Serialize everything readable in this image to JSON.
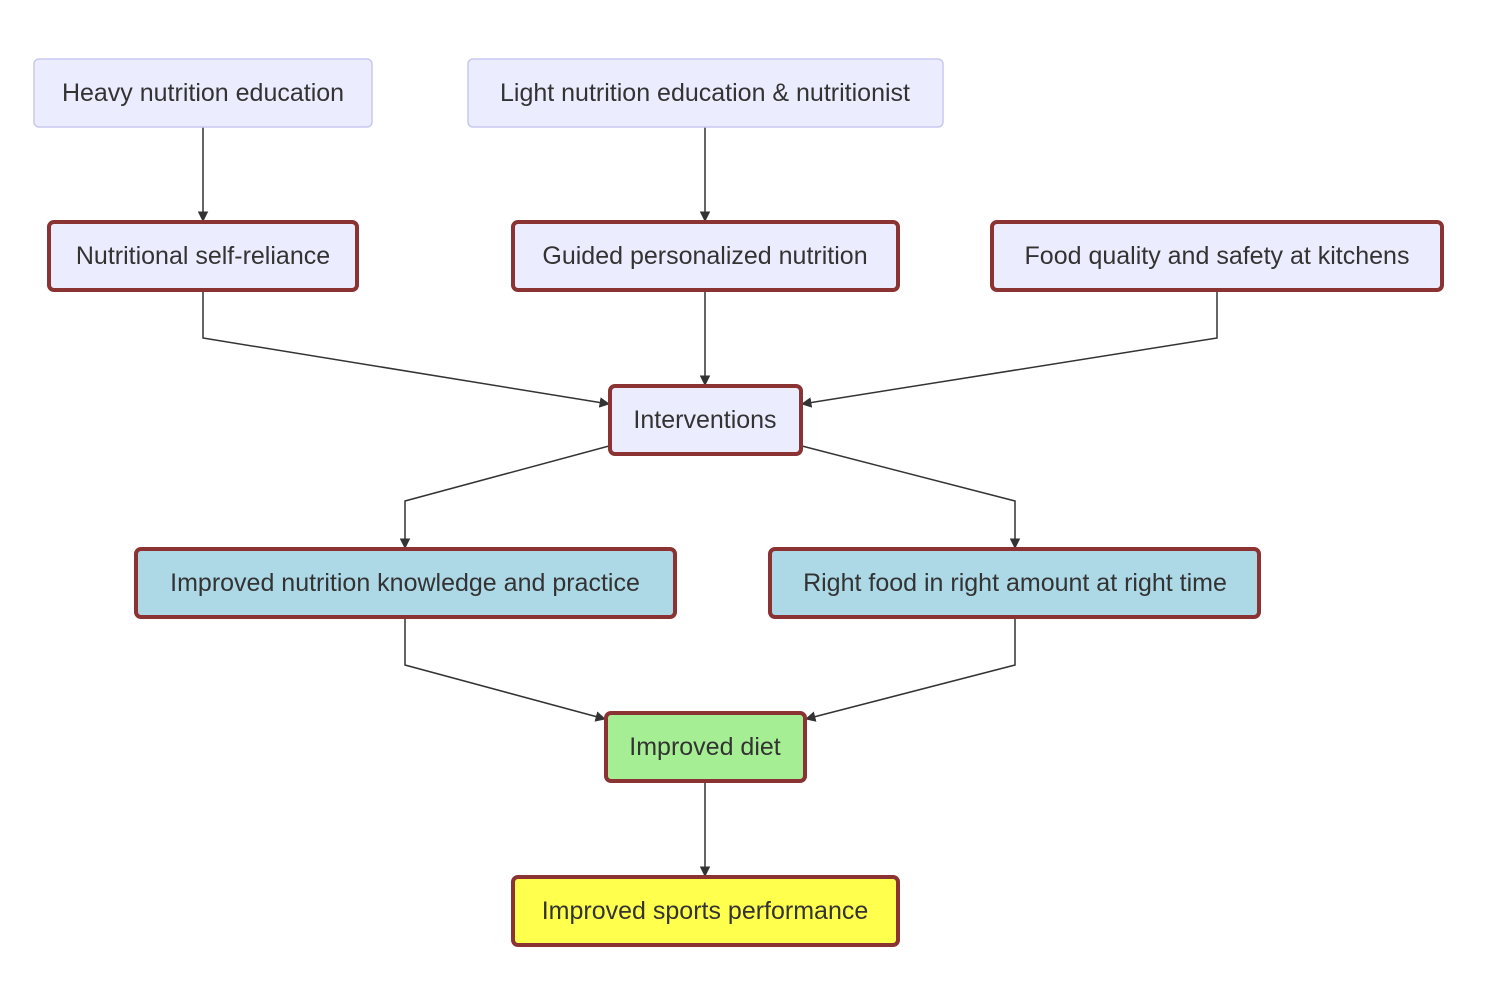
{
  "nodes": {
    "heavy_education": {
      "label": "Heavy nutrition education",
      "fill": "#ECECFF",
      "stroke": "#C9C9F0"
    },
    "light_education": {
      "label": "Light nutrition education & nutritionist",
      "fill": "#ECECFF",
      "stroke": "#C9C9F0"
    },
    "self_reliance": {
      "label": "Nutritional self-reliance",
      "fill": "#ECECFF",
      "stroke": "#8B3333"
    },
    "guided_nutrition": {
      "label": "Guided personalized nutrition",
      "fill": "#ECECFF",
      "stroke": "#8B3333"
    },
    "food_quality": {
      "label": "Food quality and safety at kitchens",
      "fill": "#ECECFF",
      "stroke": "#8B3333"
    },
    "interventions": {
      "label": "Interventions",
      "fill": "#ECECFF",
      "stroke": "#8B3333"
    },
    "knowledge_practice": {
      "label": "Improved nutrition knowledge and practice",
      "fill": "#ADD8E6",
      "stroke": "#8B3333"
    },
    "right_food": {
      "label": "Right food in right amount at right time",
      "fill": "#ADD8E6",
      "stroke": "#8B3333"
    },
    "improved_diet": {
      "label": "Improved diet",
      "fill": "#A6EE93",
      "stroke": "#8B3333"
    },
    "sports_performance": {
      "label": "Improved sports performance",
      "fill": "#FFFF4D",
      "stroke": "#8B3333"
    }
  },
  "edges": [
    {
      "from": "heavy_education",
      "to": "self_reliance"
    },
    {
      "from": "light_education",
      "to": "guided_nutrition"
    },
    {
      "from": "self_reliance",
      "to": "interventions"
    },
    {
      "from": "guided_nutrition",
      "to": "interventions"
    },
    {
      "from": "food_quality",
      "to": "interventions"
    },
    {
      "from": "interventions",
      "to": "knowledge_practice"
    },
    {
      "from": "interventions",
      "to": "right_food"
    },
    {
      "from": "knowledge_practice",
      "to": "improved_diet"
    },
    {
      "from": "right_food",
      "to": "improved_diet"
    },
    {
      "from": "improved_diet",
      "to": "sports_performance"
    }
  ],
  "colors": {
    "edge": "#333333",
    "text": "#333333"
  }
}
